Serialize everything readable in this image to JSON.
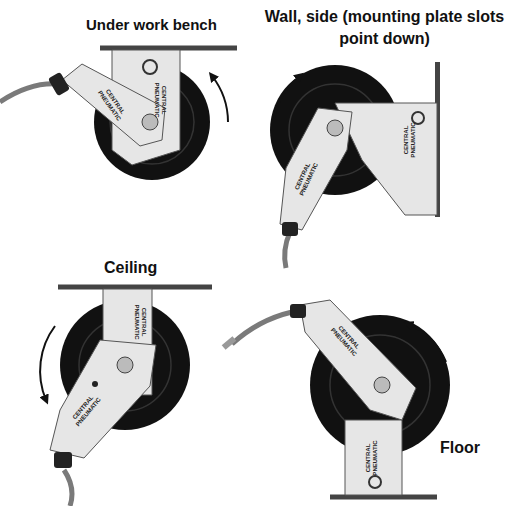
{
  "diagram": {
    "labels": [
      "Under work bench",
      "Wall, side (mounting plate slots point down)",
      "Ceiling",
      "Floor",
      "CENTRAL PNEUMATIC",
      "CENTRAL PNEUMATIC",
      "CENTRAL PNEUMATIC",
      "CENTRAL PNEUMATIC",
      "CENTRAL PNEUMATIC",
      "CENTRAL PNEUMATIC",
      "CENTRAL PNEUMATIC",
      "CENTRAL PNEUMATIC"
    ]
  }
}
